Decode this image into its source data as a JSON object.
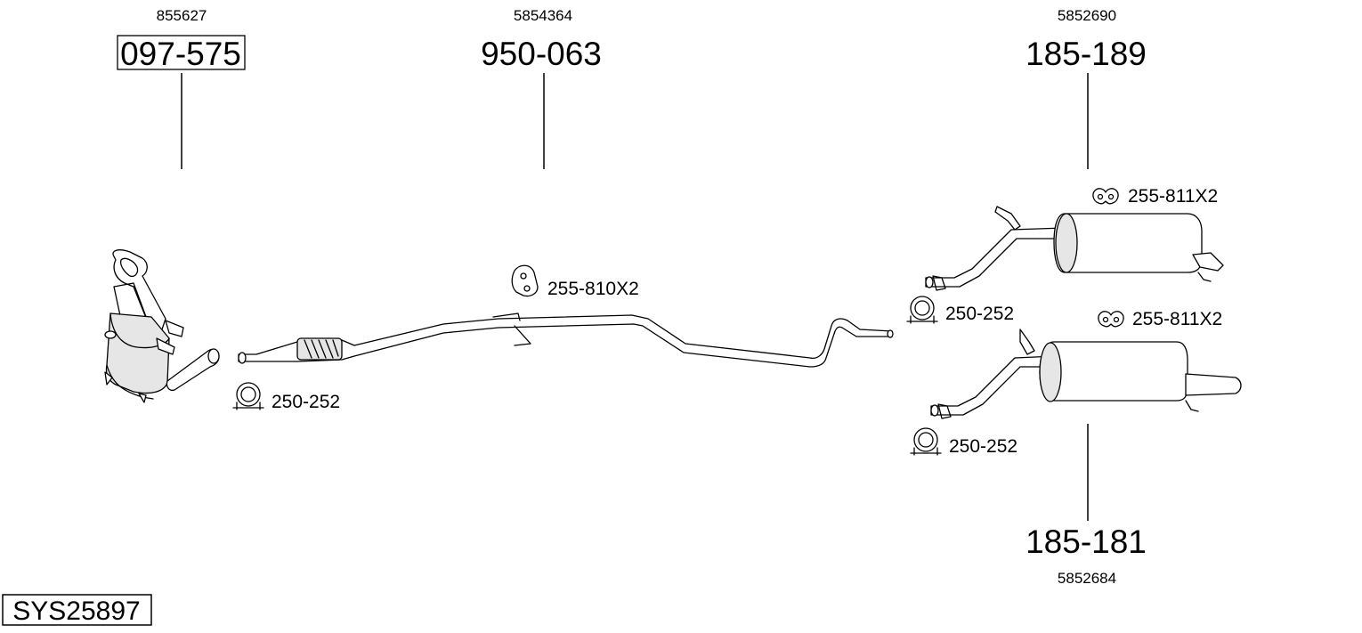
{
  "system": {
    "code": "SYS25897"
  },
  "parts": [
    {
      "oe": "855627",
      "part_number": "097-575",
      "boxed": true
    },
    {
      "oe": "5854364",
      "part_number": "950-063",
      "boxed": false
    },
    {
      "oe": "5852690",
      "part_number": "185-189",
      "boxed": false
    },
    {
      "oe": "5852684",
      "part_number": "185-181",
      "boxed": false
    }
  ],
  "accessories": [
    {
      "code": "250-252",
      "icon": "clamp-icon"
    },
    {
      "code": "255-810X2",
      "icon": "rubber-hanger-icon"
    },
    {
      "code": "250-252",
      "icon": "clamp-icon"
    },
    {
      "code": "255-811X2",
      "icon": "rubber-mount-icon"
    },
    {
      "code": "255-811X2",
      "icon": "rubber-mount-icon"
    },
    {
      "code": "250-252",
      "icon": "clamp-icon"
    }
  ]
}
